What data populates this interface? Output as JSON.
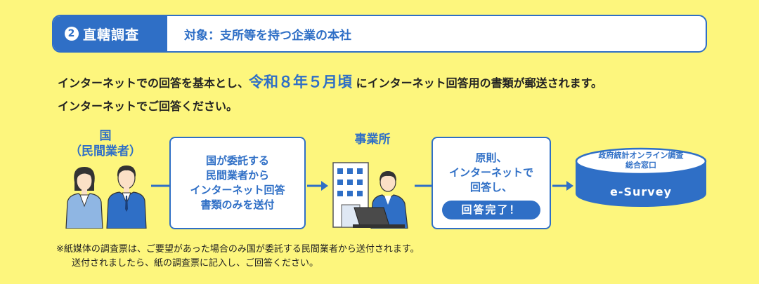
{
  "header": {
    "number": "2",
    "label": "直轄調査",
    "target": "対象：支所等を持つ企業の本社"
  },
  "lead": {
    "line1_prefix": "インターネットでの回答を基本とし、",
    "line1_highlight": "令和８年５月頃",
    "line1_suffix": "にインターネット回答用の書類が郵送されます。",
    "line2": "インターネットでご回答ください。"
  },
  "flow": {
    "country_label_line1": "国",
    "country_label_line2": "（民間業者）",
    "box1_lines": [
      "国が委託する",
      "民間業者から",
      "インターネット回答",
      "書類のみを送付"
    ],
    "office_label": "事業所",
    "box2_lines": [
      "原則、",
      "インターネットで",
      "回答し、"
    ],
    "complete_pill": "回答完了！",
    "esurvey_top_line1": "政府統計オンライン調査",
    "esurvey_top_line2": "総合窓口",
    "esurvey_name": "e-Survey"
  },
  "note": {
    "line1": "※紙媒体の調査票は、ご要望があった場合のみ国が委託する民間業者から送付されます。",
    "line2": "送付されましたら、紙の調査票に記入し、ご回答ください。"
  },
  "colors": {
    "background": "#fdf67d",
    "accent": "#2f6fc6"
  }
}
